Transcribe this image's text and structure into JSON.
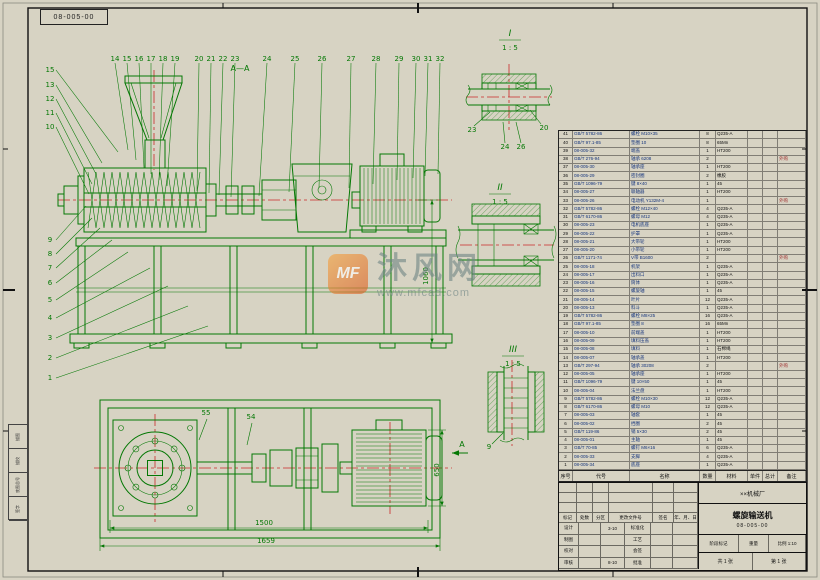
{
  "sheet": {
    "code": "08-005-00"
  },
  "section": {
    "label": "A—A",
    "arrow": "A"
  },
  "details": {
    "d1": {
      "label": "I",
      "scale": "1 : 5"
    },
    "d2": {
      "label": "II",
      "scale": "1 : 5"
    },
    "d3": {
      "label": "III",
      "scale": "1 : 5"
    }
  },
  "callouts": {
    "top": [
      "14",
      "15",
      "16",
      "17",
      "18",
      "19",
      "20",
      "21",
      "22",
      "23",
      "24",
      "25",
      "26",
      "27",
      "28",
      "29",
      "30",
      "31",
      "32"
    ],
    "left_upper": [
      "15",
      "13",
      "12",
      "11",
      "10"
    ],
    "left_lower": [
      "9",
      "8",
      "7",
      "6",
      "5",
      "4",
      "3",
      "2",
      "1"
    ],
    "plan": [
      "55",
      "54"
    ],
    "detail_i": [
      "23",
      "24",
      "26",
      "20"
    ],
    "detail_iii": "9"
  },
  "dimensions": {
    "plan_inner": "1500",
    "plan_outer": "1659",
    "plan_width": "650",
    "side_height": "1060"
  },
  "watermark": {
    "logo": "MF",
    "name": "沐风网",
    "url": "www.mfcad.com"
  },
  "bom": {
    "headers": [
      "序号",
      "代号",
      "名称",
      "数量",
      "材料",
      "单件",
      "总计",
      "备注"
    ],
    "rows": [
      [
        "41",
        "GB/T 5782-86",
        "螺栓 M10×35",
        "8",
        "Q235-A",
        "",
        "",
        ""
      ],
      [
        "40",
        "GB/T 97.1-85",
        "垫圈 10",
        "8",
        "65Mn",
        "",
        "",
        ""
      ],
      [
        "39",
        "08-005-32",
        "端盖",
        "1",
        "HT200",
        "",
        "",
        ""
      ],
      [
        "38",
        "GB/T 276-94",
        "轴承 6208",
        "2",
        "",
        "",
        "",
        "外购"
      ],
      [
        "37",
        "08-005-30",
        "轴承座",
        "1",
        "HT200",
        "",
        "",
        ""
      ],
      [
        "36",
        "08-005-29",
        "密封圈",
        "2",
        "橡胶",
        "",
        "",
        ""
      ],
      [
        "35",
        "GB/T 1096-79",
        "键 8×40",
        "1",
        "45",
        "",
        "",
        ""
      ],
      [
        "34",
        "08-005-27",
        "联轴器",
        "1",
        "HT200",
        "",
        "",
        ""
      ],
      [
        "33",
        "08-005-26",
        "电动机 Y132M-4",
        "1",
        "",
        "",
        "",
        "外购"
      ],
      [
        "32",
        "GB/T 5782-86",
        "螺栓 M12×40",
        "4",
        "Q235-A",
        "",
        "",
        ""
      ],
      [
        "31",
        "GB/T 6170-86",
        "螺母 M12",
        "4",
        "Q235-A",
        "",
        "",
        ""
      ],
      [
        "30",
        "08-005-23",
        "电机底座",
        "1",
        "Q235-A",
        "",
        "",
        ""
      ],
      [
        "29",
        "08-005-22",
        "护罩",
        "1",
        "Q235-A",
        "",
        "",
        ""
      ],
      [
        "28",
        "08-005-21",
        "大带轮",
        "1",
        "HT200",
        "",
        "",
        ""
      ],
      [
        "27",
        "08-005-20",
        "小带轮",
        "1",
        "HT200",
        "",
        "",
        ""
      ],
      [
        "26",
        "GB/T 1171-74",
        "V带 B1600",
        "2",
        "",
        "",
        "",
        "外购"
      ],
      [
        "25",
        "08-005-18",
        "机架",
        "1",
        "Q235-A",
        "",
        "",
        ""
      ],
      [
        "24",
        "08-005-17",
        "出料口",
        "1",
        "Q235-A",
        "",
        "",
        ""
      ],
      [
        "23",
        "08-005-16",
        "筒体",
        "1",
        "Q235-A",
        "",
        "",
        ""
      ],
      [
        "22",
        "08-005-15",
        "螺旋轴",
        "1",
        "45",
        "",
        "",
        ""
      ],
      [
        "21",
        "08-005-14",
        "叶片",
        "12",
        "Q235-A",
        "",
        "",
        ""
      ],
      [
        "20",
        "08-005-13",
        "料斗",
        "1",
        "Q235-A",
        "",
        "",
        ""
      ],
      [
        "19",
        "GB/T 5782-86",
        "螺栓 M8×25",
        "16",
        "Q235-A",
        "",
        "",
        ""
      ],
      [
        "18",
        "GB/T 97.1-85",
        "垫圈 8",
        "16",
        "65Mn",
        "",
        "",
        ""
      ],
      [
        "17",
        "08-005-10",
        "前端盖",
        "1",
        "HT200",
        "",
        "",
        ""
      ],
      [
        "16",
        "08-005-09",
        "填料压盖",
        "1",
        "HT200",
        "",
        "",
        ""
      ],
      [
        "15",
        "08-005-08",
        "填料",
        "1",
        "石棉绳",
        "",
        "",
        ""
      ],
      [
        "14",
        "08-005-07",
        "轴承盖",
        "1",
        "HT200",
        "",
        "",
        ""
      ],
      [
        "13",
        "GB/T 297-94",
        "轴承 30208",
        "2",
        "",
        "",
        "",
        "外购"
      ],
      [
        "12",
        "08-005-05",
        "轴承座",
        "1",
        "HT200",
        "",
        "",
        ""
      ],
      [
        "11",
        "GB/T 1096-79",
        "键 10×50",
        "1",
        "45",
        "",
        "",
        ""
      ],
      [
        "10",
        "08-005-04",
        "法兰盘",
        "1",
        "HT200",
        "",
        "",
        ""
      ],
      [
        "9",
        "GB/T 5782-86",
        "螺栓 M10×30",
        "12",
        "Q235-A",
        "",
        "",
        ""
      ],
      [
        "8",
        "GB/T 6170-86",
        "螺母 M10",
        "12",
        "Q235-A",
        "",
        "",
        ""
      ],
      [
        "7",
        "08-005-03",
        "轴套",
        "1",
        "45",
        "",
        "",
        ""
      ],
      [
        "6",
        "08-005-02",
        "挡圈",
        "2",
        "45",
        "",
        "",
        ""
      ],
      [
        "5",
        "GB/T 119-86",
        "销 5×30",
        "2",
        "45",
        "",
        "",
        ""
      ],
      [
        "4",
        "08-005-01",
        "主轴",
        "1",
        "45",
        "",
        "",
        ""
      ],
      [
        "3",
        "GB/T 70-85",
        "螺钉 M6×16",
        "6",
        "Q235-A",
        "",
        "",
        ""
      ],
      [
        "2",
        "08-005-33",
        "支脚",
        "4",
        "Q235-A",
        "",
        "",
        ""
      ],
      [
        "1",
        "08-005-34",
        "底座",
        "1",
        "Q235-A",
        "",
        "",
        ""
      ]
    ]
  },
  "titleblock": {
    "change_headers": [
      "标记",
      "处数",
      "分区",
      "更改文件号",
      "签名",
      "年、月、日"
    ],
    "sign_rows": [
      [
        "设计",
        "",
        "3-10",
        "标准化",
        "",
        ""
      ],
      [
        "制图",
        "",
        "",
        "工艺",
        "",
        ""
      ],
      [
        "校对",
        "",
        "",
        "会签",
        "",
        ""
      ],
      [
        "审核",
        "",
        "8-10",
        "批准",
        "",
        ""
      ]
    ],
    "company": "××机械厂",
    "title": "螺旋输送机",
    "code": "08-005-00",
    "stage_label": "阶段标记",
    "weight_label": "重量",
    "scale_label": "比例",
    "scale": "1:10",
    "sheets": "共 1 张",
    "sheet_no": "第 1 张"
  },
  "margin_labels": [
    "描图",
    "描校",
    "底图总号",
    "签字"
  ]
}
